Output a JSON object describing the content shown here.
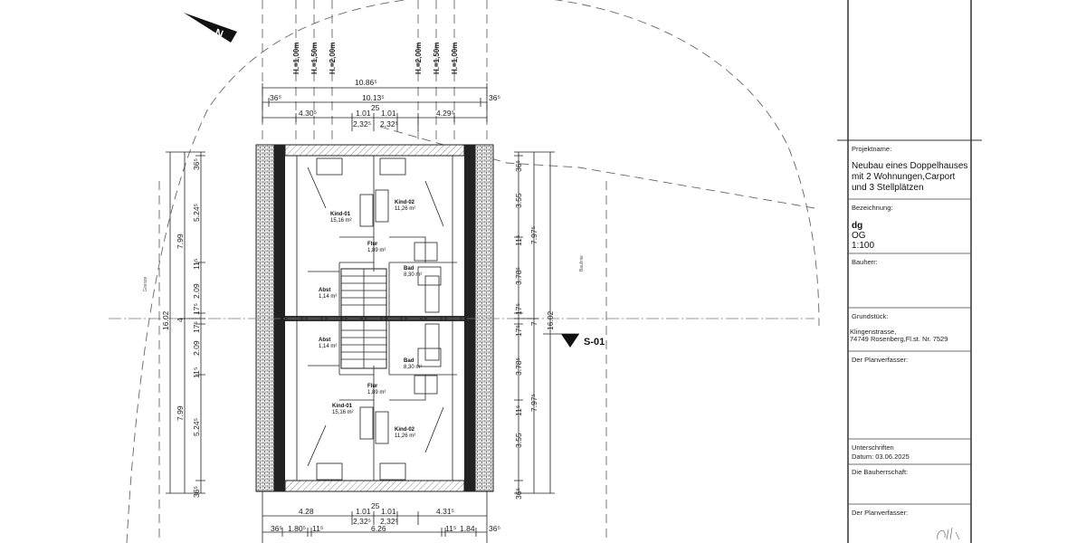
{
  "title_block": {
    "projektname_label": "Projektname:",
    "projektname": [
      "Neubau eines Doppelhauses",
      "mit 2 Wohnungen,Carport",
      "und 3 Stellplätzen"
    ],
    "bezeichnung_label": "Bezeichnung:",
    "bezeichnung": [
      "dg",
      "OG",
      "1:100"
    ],
    "bauherr_label": "Bauherr:",
    "grundstueck_label": "Grundstück:",
    "grundstueck": [
      "Klingenstrasse,",
      "74749 Rosenberg,Fl.st. Nr. 7529"
    ],
    "planverfasser_label": "Der Planverfasser:",
    "unterschriften_label": "Unterschriften",
    "datum": "Datum: 03.06.2025",
    "bauherrschaft_label": "Die Bauherrschaft:",
    "planverfasser2_label": "Der Planverfasser:",
    "signature": "Dilk"
  },
  "north_arrow": {
    "label": "N"
  },
  "height_labels": [
    "H.=1,00m",
    "H.=1,50m",
    "H.=2,00m",
    "H.=2,00m",
    "H.=1,50m",
    "H.=1,00m"
  ],
  "dims_top": {
    "overall": "10.86⁵",
    "inner": "10.13⁵",
    "wall_left": "36⁵",
    "wall_right": "36⁵",
    "seg": [
      "4.30⁵",
      "1.01",
      "25",
      "1.01",
      "4.29⁵"
    ],
    "sub": [
      "2,32⁵",
      "2,32⁵"
    ]
  },
  "dims_bottom": {
    "seg": [
      "4.28",
      "1.01",
      "25",
      "1.01",
      "4.31⁵"
    ],
    "sub": [
      "2,32⁵",
      "2,32⁵"
    ],
    "row2": [
      "36⁵",
      "1.80⁵",
      "11⁵",
      "6.26",
      "11⁵",
      "1.84",
      "36⁵"
    ]
  },
  "dims_left": {
    "overall": "16.02",
    "halves": [
      "7.99",
      "4",
      "7.99"
    ],
    "detail": [
      "36⁵",
      "5.24⁵",
      "11⁵",
      "2.09",
      "17⁵",
      "17⁵",
      "2.09",
      "11⁵",
      "5.24⁵",
      "36⁵"
    ],
    "boundary_label": "Grenze"
  },
  "dims_right": {
    "overall": "16.02",
    "halves": [
      "7.97⁵",
      "7",
      "7.97⁵"
    ],
    "detail": [
      "36⁵",
      "3.55",
      "11⁵",
      "3.78⁵",
      "17⁵",
      "17⁵",
      "3.78⁵",
      "11⁵",
      "3.55",
      "36⁵"
    ],
    "boundary_label": "Baulinie"
  },
  "section_marker": {
    "label": "S-01"
  },
  "rooms": [
    {
      "name": "Kind-01",
      "area": "15,16 m²"
    },
    {
      "name": "Kind-02",
      "area": "11,26 m²"
    },
    {
      "name": "Flur",
      "area": "1,89 m²"
    },
    {
      "name": "Bad",
      "area": "8,30 m²"
    },
    {
      "name": "Abst",
      "area": "1,14 m²"
    },
    {
      "name": "Abst",
      "area": "1,14 m²"
    },
    {
      "name": "Bad",
      "area": "8,30 m²"
    },
    {
      "name": "Flur",
      "area": "1,89 m²"
    },
    {
      "name": "Kind-01",
      "area": "15,16 m²"
    },
    {
      "name": "Kind-02",
      "area": "11,26 m²"
    }
  ]
}
